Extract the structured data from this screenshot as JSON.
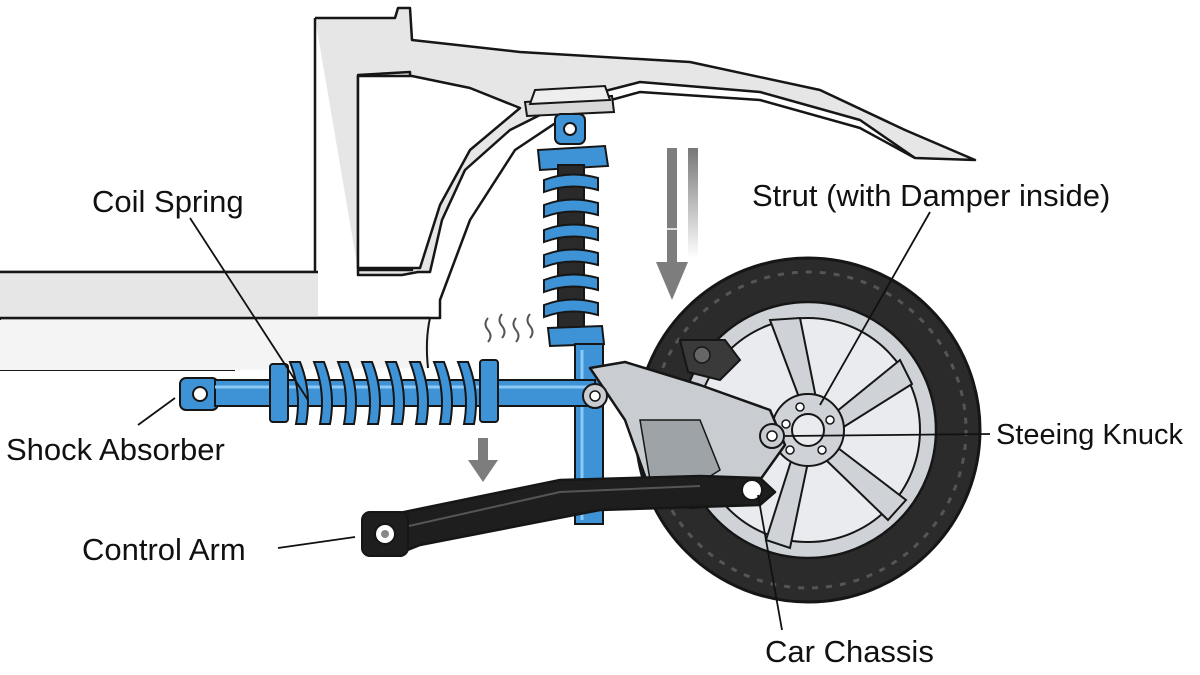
{
  "labels": {
    "coil_spring": "Coil Spring",
    "strut": "Strut (with Damper inside)",
    "shock_absorber": "Shock Absorber",
    "steering_knuckle": "Steeing Knuck",
    "control_arm": "Control Arm",
    "car_chassis": "Car Chassis"
  },
  "colors": {
    "blue": "#3d93d6",
    "chassis_fill": "#e6e6e6",
    "outline": "#161616",
    "arrow": "#7d7d7d",
    "tire": "#2b2b2b",
    "rim": "#cfd3d7",
    "knuckle": "#c9cdd1"
  },
  "icons": [
    "down-arrow-icon",
    "heat-wave-icon"
  ]
}
